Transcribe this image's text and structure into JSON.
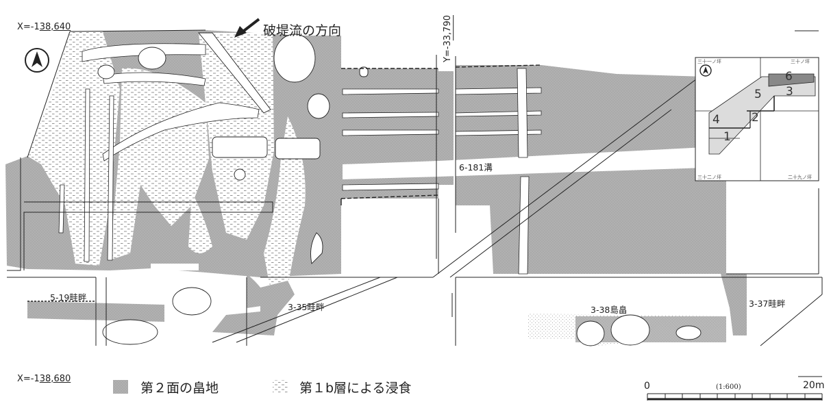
{
  "colors": {
    "farmland": "#aaaaaa",
    "erosion_dash": "#777777",
    "line": "#222222"
  },
  "coords": {
    "top_left": {
      "prefix": "X=-1",
      "underlined": "38,640"
    },
    "bottom_left": {
      "prefix": "X=-1",
      "underlined": "38,680"
    },
    "vertical": {
      "prefix": "Y=-3",
      "underlined": "3,790"
    }
  },
  "direction": {
    "label": "破堤流の方向",
    "icon": "arrow-southwest-icon"
  },
  "north_arrow": {
    "icon": "north-arrow-icon"
  },
  "features": {
    "f1": "6-181溝",
    "f2": "5-19畦畔",
    "f3": "3-35畦畔",
    "f4": "3-38島畠",
    "f5": "3-37畦畔"
  },
  "legend": [
    {
      "label": "第２面の畠地",
      "swatch": "farmland"
    },
    {
      "label": "第１b層による浸食",
      "swatch": "erosion"
    }
  ],
  "scale": {
    "start": "0",
    "ratio": "(1:600)",
    "end": "20m"
  },
  "inset": {
    "corners": {
      "top_left": "三十一ノ坪",
      "top_right": "三十ノ坪",
      "bottom_left": "三十二ノ坪",
      "bottom_right": "二十九ノ坪"
    },
    "sections": [
      "6",
      "5",
      "3",
      "4",
      "2",
      "1"
    ],
    "highlighted_section": "6"
  }
}
